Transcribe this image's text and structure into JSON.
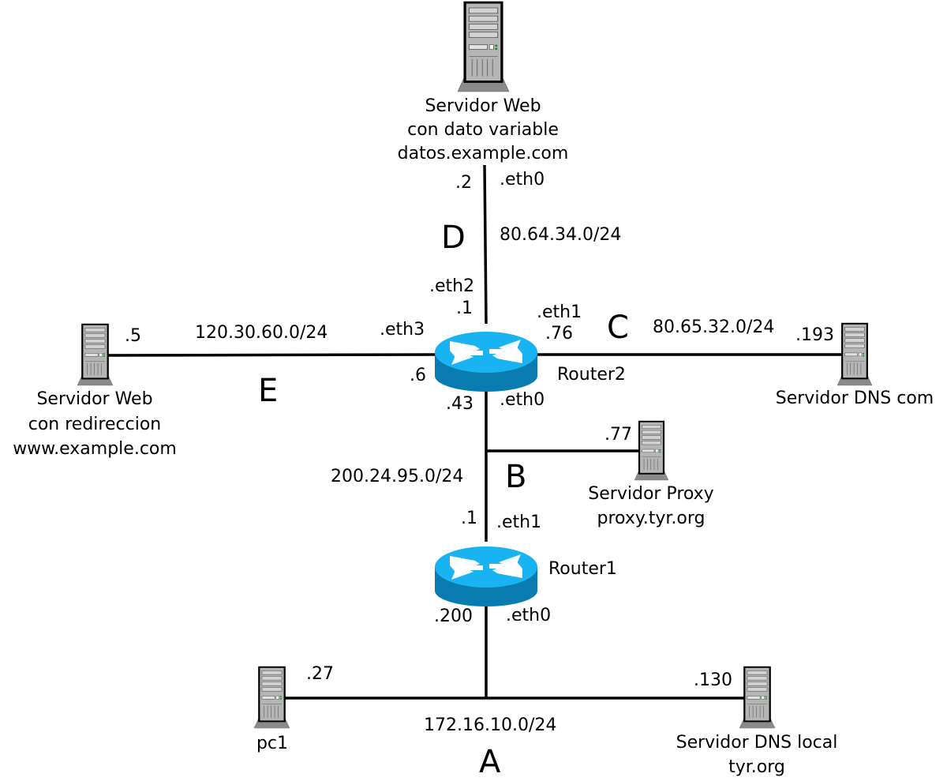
{
  "nodes": {
    "web_top": {
      "lines": [
        "Servidor Web",
        "con dato variable",
        "datos.example.com"
      ]
    },
    "web_left": {
      "lines": [
        "Servidor Web",
        "con redireccion",
        "www.example.com"
      ]
    },
    "dns_com": {
      "lines": [
        "Servidor DNS com"
      ]
    },
    "proxy": {
      "lines": [
        "Servidor Proxy",
        "proxy.tyr.org"
      ]
    },
    "pc1": {
      "lines": [
        "pc1"
      ]
    },
    "dns_local": {
      "lines": [
        "Servidor DNS local",
        "tyr.org"
      ]
    },
    "router1": {
      "label": "Router1"
    },
    "router2": {
      "label": "Router2"
    }
  },
  "networks": {
    "A": {
      "letter": "A",
      "subnet": "172.16.10.0/24"
    },
    "B": {
      "letter": "B",
      "subnet": "200.24.95.0/24"
    },
    "C": {
      "letter": "C",
      "subnet": "80.65.32.0/24"
    },
    "D": {
      "letter": "D",
      "subnet": "80.64.34.0/24"
    },
    "E": {
      "letter": "E",
      "subnet": "120.30.60.0/24"
    }
  },
  "addresses": {
    "web_top_host": ".2",
    "web_top_iface": ".eth0",
    "r2_eth2": ".eth2",
    "r2_eth2_host": ".1",
    "r2_eth1": ".eth1",
    "r2_eth1_host": ".76",
    "r2_eth3": ".eth3",
    "r2_eth3_host": ".6",
    "r2_eth0": ".eth0",
    "r2_eth0_host": ".43",
    "web_left_host": ".5",
    "dns_com_host": ".193",
    "proxy_host": ".77",
    "r1_eth1": ".eth1",
    "r1_eth1_host": ".1",
    "r1_eth0": ".eth0",
    "r1_eth0_host": ".200",
    "pc1_host": ".27",
    "dns_local_host": ".130"
  },
  "colors": {
    "router_top": "#18b3f0",
    "router_side": "#0a7bb0",
    "server_body": "#b8b8b8",
    "server_base": "#8a8a8a",
    "link": "#000000"
  }
}
